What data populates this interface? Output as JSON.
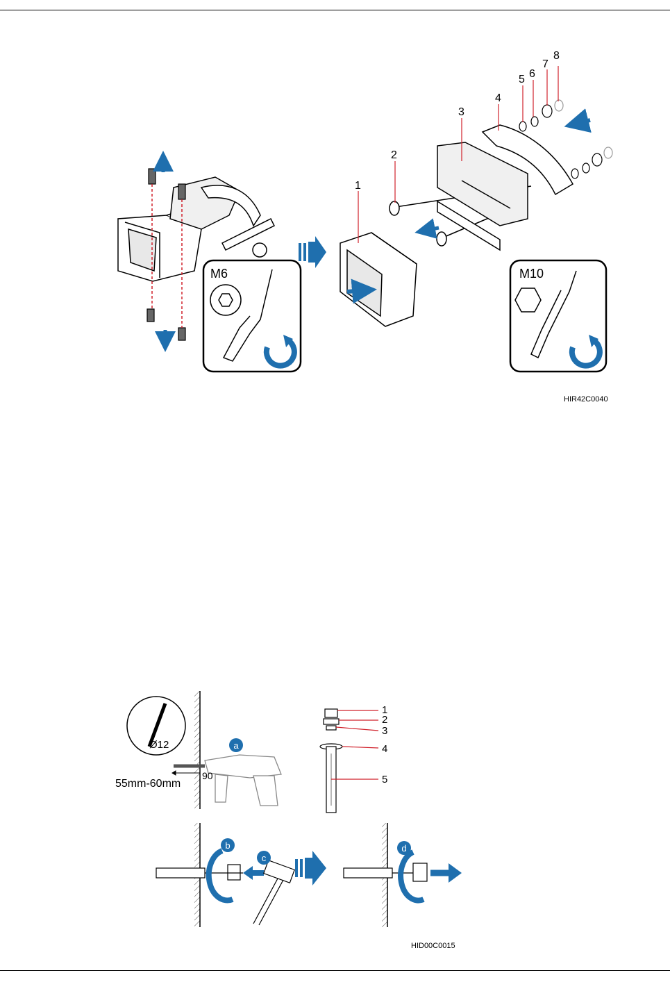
{
  "figure1": {
    "tool_left_size": "M6",
    "tool_right_size": "M10",
    "callouts": [
      "1",
      "2",
      "3",
      "4",
      "5",
      "6",
      "7",
      "8"
    ],
    "figure_id": "HIR42C0040"
  },
  "figure2": {
    "bit_diameter": "Ø12",
    "depth": "55mm-60mm",
    "angle": "90",
    "callouts": [
      "1",
      "2",
      "3",
      "4",
      "5"
    ],
    "steps": [
      "a",
      "b",
      "c",
      "d"
    ],
    "figure_id": "HID00C0015"
  },
  "colors": {
    "accent": "#1f6fae",
    "callout_line": "#d0202a",
    "line": "#000000"
  }
}
